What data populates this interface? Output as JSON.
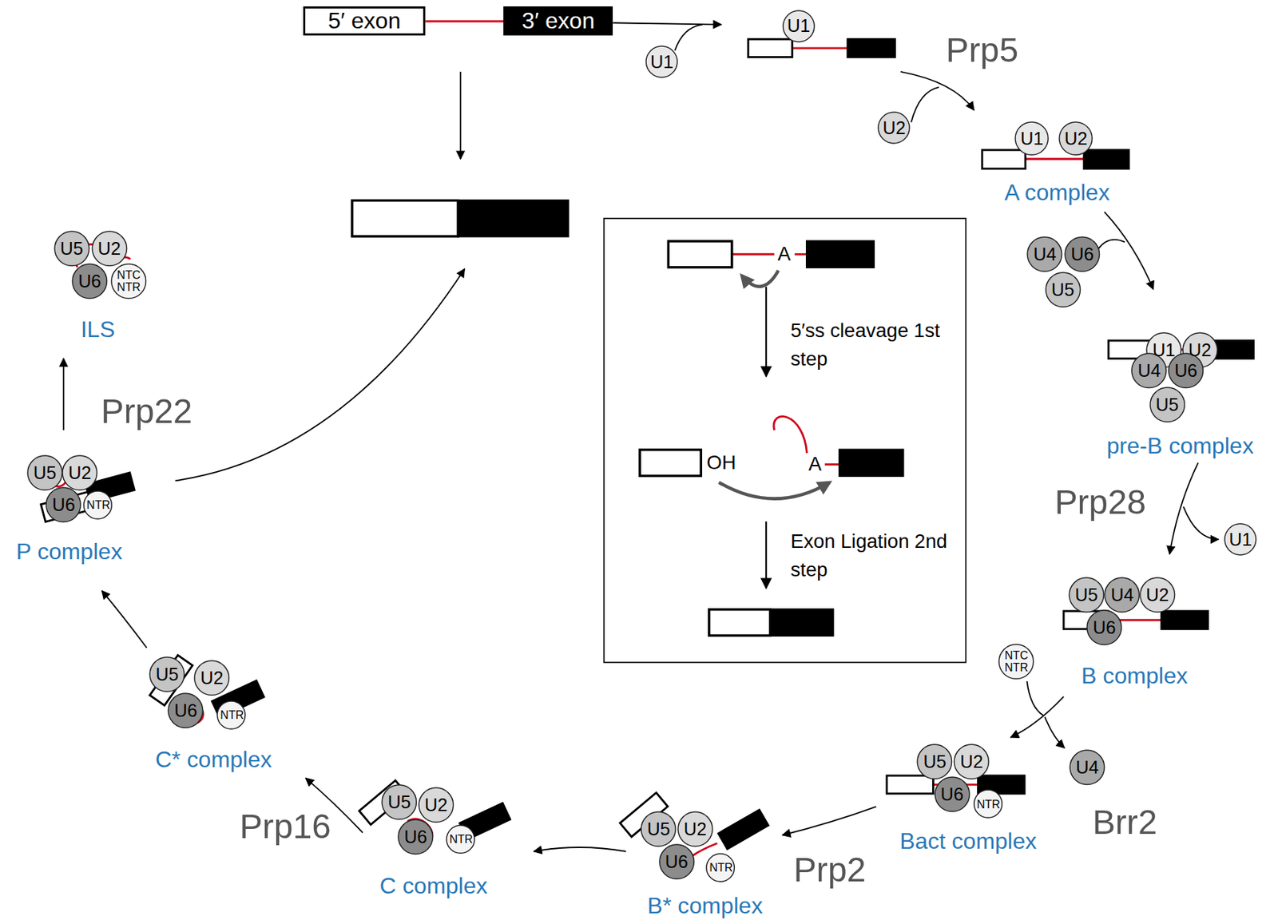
{
  "diagram": {
    "nodes": [
      {
        "text": [
          "5′ exon"
        ]
      },
      {
        "text": [
          "3′ exon"
        ]
      },
      {
        "text": [
          "U1"
        ]
      },
      {
        "text": [
          "U1"
        ]
      },
      {
        "text": [
          "U2"
        ]
      },
      {
        "text": [
          "U1"
        ]
      },
      {
        "text": [
          "U2"
        ]
      },
      {
        "text": [
          "U4"
        ]
      },
      {
        "text": [
          "U6"
        ]
      },
      {
        "text": [
          "U5"
        ]
      },
      {
        "text": [
          "U1"
        ]
      },
      {
        "text": [
          "U2"
        ]
      },
      {
        "text": [
          "U4"
        ]
      },
      {
        "text": [
          "U6"
        ]
      },
      {
        "text": [
          "U5"
        ]
      },
      {
        "text": [
          "U1"
        ]
      },
      {
        "text": [
          "U5"
        ]
      },
      {
        "text": [
          "U4"
        ]
      },
      {
        "text": [
          "U2"
        ]
      },
      {
        "text": [
          "U6"
        ]
      },
      {
        "text": [
          "NTC NTR"
        ]
      },
      {
        "text": [
          "U4"
        ]
      },
      {
        "text": [
          "U5"
        ]
      },
      {
        "text": [
          "U2"
        ]
      },
      {
        "text": [
          "U6"
        ]
      },
      {
        "text": [
          "NTR"
        ]
      },
      {
        "text": [
          "U5"
        ]
      },
      {
        "text": [
          "U2"
        ]
      },
      {
        "text": [
          "U6"
        ]
      },
      {
        "text": [
          "NTR"
        ]
      },
      {
        "text": [
          "U5"
        ]
      },
      {
        "text": [
          "U2"
        ]
      },
      {
        "text": [
          "U6"
        ]
      },
      {
        "text": [
          "NTR"
        ]
      },
      {
        "text": [
          "U5"
        ]
      },
      {
        "text": [
          "U2"
        ]
      },
      {
        "text": [
          "U6"
        ]
      },
      {
        "text": [
          "NTR"
        ]
      },
      {
        "text": [
          "U5"
        ]
      },
      {
        "text": [
          "U2"
        ]
      },
      {
        "text": [
          "U6"
        ]
      },
      {
        "text": [
          "NTR"
        ]
      },
      {
        "text": [
          "U5"
        ]
      },
      {
        "text": [
          "U2"
        ]
      },
      {
        "text": [
          "U6"
        ]
      },
      {
        "text": [
          "NTC NTR"
        ]
      }
    ],
    "labels": [
      "Prp5",
      "A complex",
      "pre-B complex",
      "Prp28",
      "B complex",
      "Brr2",
      "Bact complex",
      "Prp2",
      "B* complex",
      "Prp16",
      "C complex",
      "C* complex",
      "Prp22",
      "P complex",
      "ILS",
      "A",
      "5′ss cleavage 1st step",
      "OH",
      "A",
      "Exon Ligation 2nd step"
    ]
  }
}
